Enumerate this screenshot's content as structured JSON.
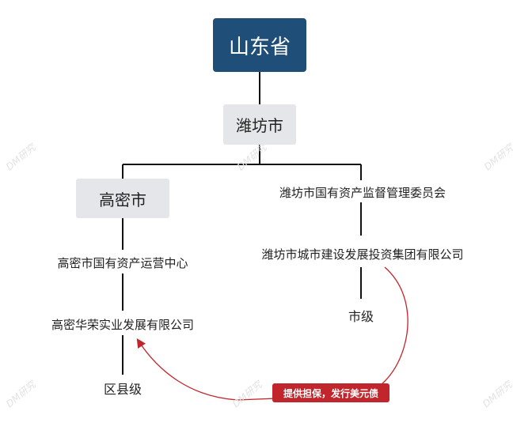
{
  "province": "山东省",
  "city": "潍坊市",
  "county": "高密市",
  "left_branch": {
    "l1": "高密市国有资产运营中心",
    "l2": "高密华荣实业发展有限公司",
    "level": "区县级"
  },
  "right_branch": {
    "r1": "潍坊市国有资产监督管理委员会",
    "r2": "潍坊市城市建设发展投资集团有限公司",
    "level": "市级"
  },
  "relation": "提供担保，发行美元债",
  "watermark": "DM研究",
  "colors": {
    "root": "#1f4e79",
    "city_box": "#e4e6ea",
    "arrow": "#c0262b"
  }
}
